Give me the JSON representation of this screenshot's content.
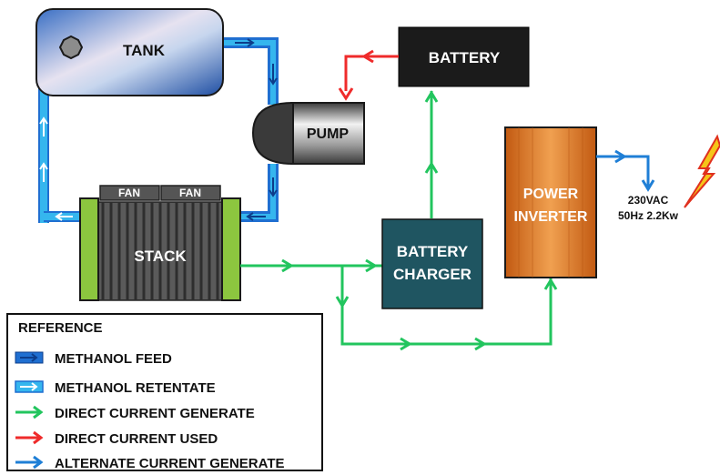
{
  "components": {
    "tank": "TANK",
    "pump": "PUMP",
    "battery": "BATTERY",
    "stack": "STACK",
    "fan_left": "FAN",
    "fan_right": "FAN",
    "battery_charger_line1": "BATTERY",
    "battery_charger_line2": "CHARGER",
    "power_inverter_line1": "POWER",
    "power_inverter_line2": "INVERTER"
  },
  "output": {
    "voltage": "230VAC",
    "spec": "50Hz 2.2Kw"
  },
  "reference": {
    "title": "REFERENCE",
    "items": [
      {
        "label": "METHANOL FEED",
        "color": "#1f6fd1",
        "kind": "feed"
      },
      {
        "label": "METHANOL RETENTATE",
        "color": "#35b6ee",
        "kind": "retentate"
      },
      {
        "label": "DIRECT CURRENT GENERATE",
        "color": "#22c55e",
        "kind": "arrow"
      },
      {
        "label": "DIRECT CURRENT USED",
        "color": "#ef2b2b",
        "kind": "arrow"
      },
      {
        "label": "ALTERNATE CURRENT GENERATE",
        "color": "#1f7fd6",
        "kind": "arrow"
      }
    ]
  },
  "colors": {
    "feed_pipe": "#1f6fd1",
    "retentate_pipe": "#35b6ee",
    "dc_generate": "#22c55e",
    "dc_used": "#ef2b2b",
    "ac_generate": "#1f7fd6",
    "battery_box": "#1b1b1b",
    "charger_box": "#1f5561",
    "inverter_box": "#d9701e",
    "stack_plate": "#8cc63f",
    "lightning": "#f5c518"
  }
}
